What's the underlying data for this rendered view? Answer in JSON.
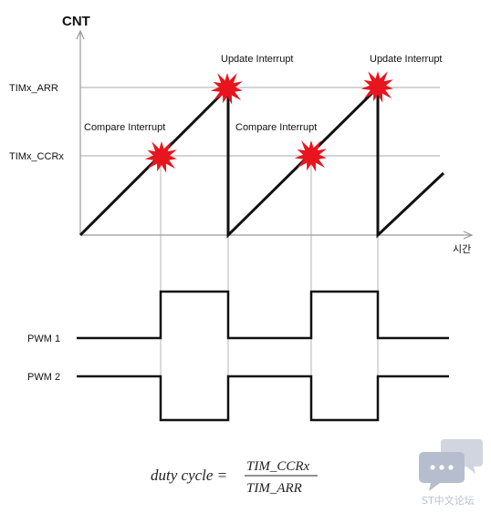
{
  "cnt_axis": {
    "label": "CNT"
  },
  "time_axis": {
    "label": "시간"
  },
  "levels": {
    "arr": "TIMx_ARR",
    "ccr": "TIMx_CCRx"
  },
  "events": {
    "compare": "Compare Interrupt",
    "update": "Update Interrupt"
  },
  "signals": {
    "pwm1": "PWM 1",
    "pwm2": "PWM 2"
  },
  "formula": {
    "lhs": "duty cycle =",
    "numerator": "TIM_CCRx",
    "denominator": "TIM_ARR"
  },
  "watermark": {
    "text": "ST中文论坛"
  },
  "colors": {
    "burst": "#e8141e",
    "line": "#111111",
    "grid": "#aaaaaa",
    "watermark": "#b9c0d2"
  }
}
